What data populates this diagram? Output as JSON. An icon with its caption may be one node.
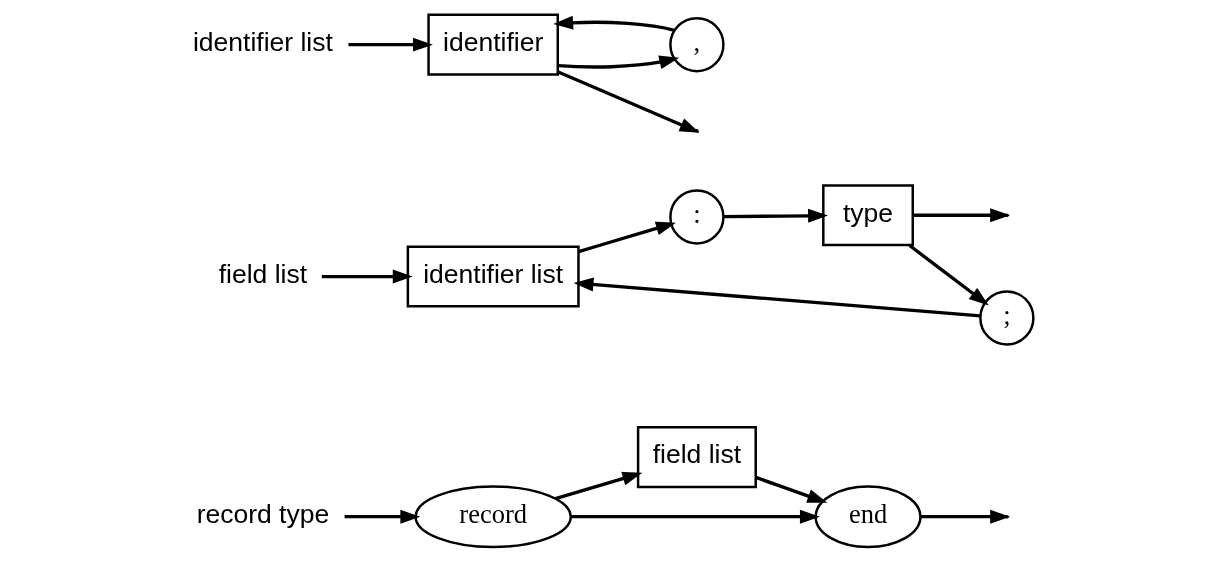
{
  "diagram": {
    "nodes": [
      {
        "text": [
          "record type"
        ]
      },
      {
        "text": [
          "record"
        ]
      },
      {
        "text": [
          "field list"
        ]
      },
      {
        "text": [
          "end"
        ]
      },
      {
        "text": [
          "field list"
        ]
      },
      {
        "text": [
          "identifier list"
        ]
      },
      {
        "text": [
          ":"
        ]
      },
      {
        "text": [
          "type"
        ]
      },
      {
        "text": [
          ";"
        ]
      },
      {
        "text": [
          "identifier list"
        ]
      },
      {
        "text": [
          "identifier"
        ]
      },
      {
        "text": [
          ","
        ]
      }
    ],
    "edges": [
      {
        "from": 0,
        "to": 1,
        "arrow": "to"
      },
      {
        "from": 1,
        "to": 2,
        "arrow": "to"
      },
      {
        "from": 1,
        "to": 3,
        "arrow": "to"
      },
      {
        "from": 2,
        "to": 3,
        "arrow": "to"
      },
      {
        "from": 3,
        "to": null,
        "arrow": "to"
      },
      {
        "from": 4,
        "to": 5,
        "arrow": "to"
      },
      {
        "from": 5,
        "to": 6,
        "arrow": "to"
      },
      {
        "from": 6,
        "to": 7,
        "arrow": "to"
      },
      {
        "from": 7,
        "to": null,
        "arrow": "to"
      },
      {
        "from": 7,
        "to": 8,
        "arrow": "to"
      },
      {
        "from": 8,
        "to": 5,
        "arrow": "to"
      },
      {
        "from": 9,
        "to": 10,
        "arrow": "to"
      },
      {
        "from": 10,
        "to": null,
        "arrow": "to"
      },
      {
        "from": 10,
        "to": 11,
        "arrow": "to"
      },
      {
        "from": 11,
        "to": 10,
        "arrow": "to"
      }
    ]
  }
}
